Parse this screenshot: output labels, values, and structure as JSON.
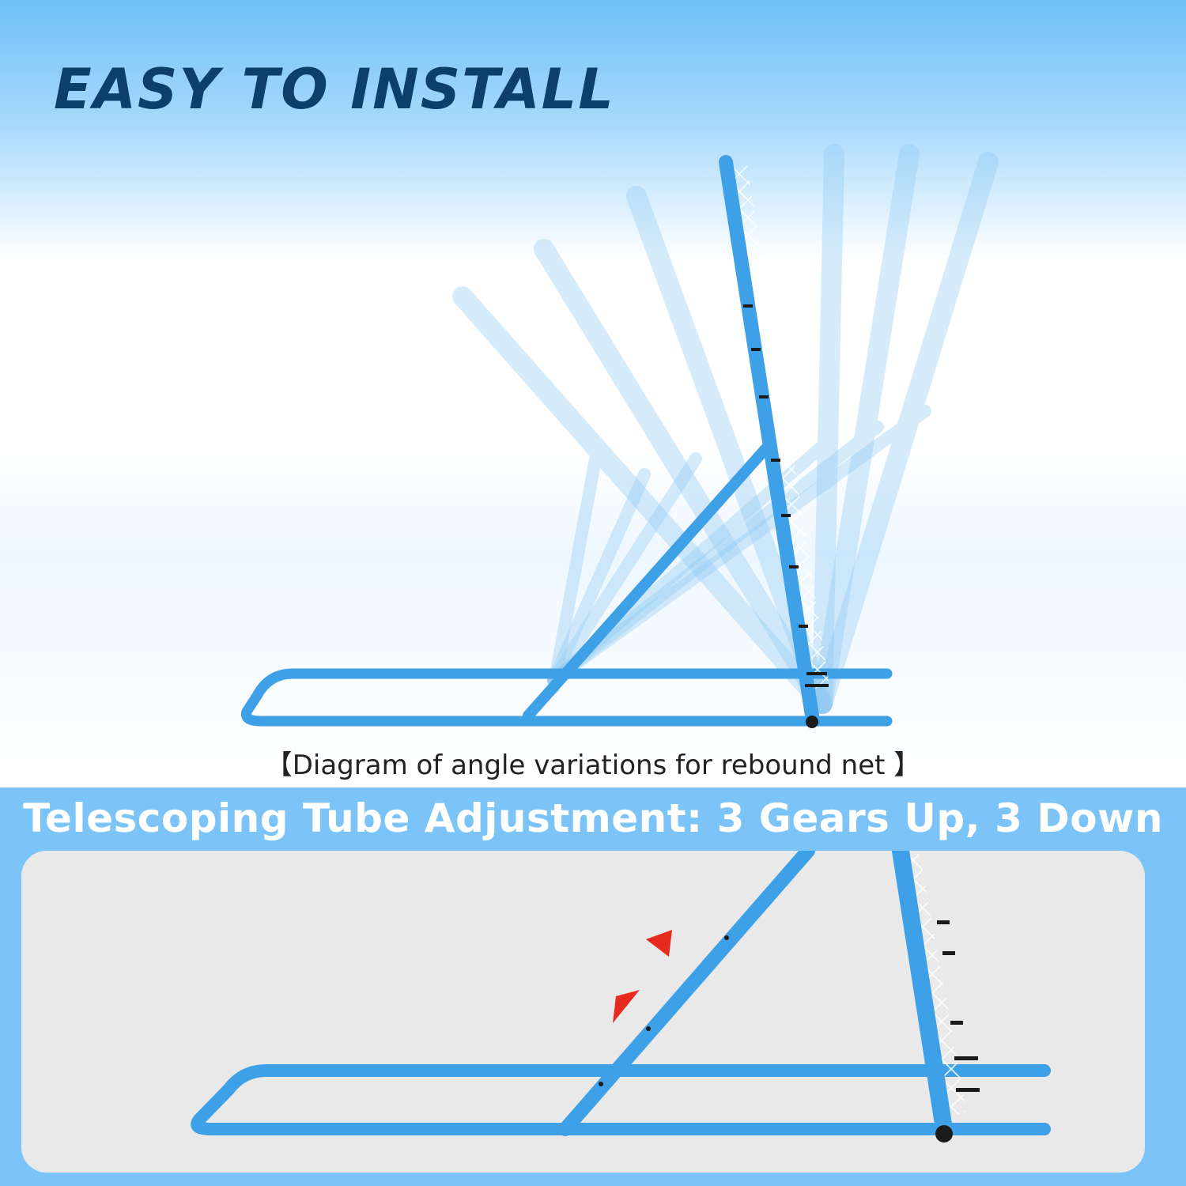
{
  "header": {
    "title": "EASY TO INSTALL"
  },
  "diagram": {
    "caption": "【Diagram of angle variations for rebound net 】"
  },
  "adjustment": {
    "title": "Telescoping Tube Adjustment: 3 Gears Up, 3 Down"
  },
  "colors": {
    "tube_blue": "#3ea0e6",
    "tube_light": "#8cc8f2",
    "headline_navy": "#0d3f6b",
    "band_blue": "#7cc4f7",
    "marker_red": "#e62a1e",
    "panel_gray": "#e9e9e9"
  },
  "icons": {
    "indicator": "red-triangle-arrow-icon"
  }
}
